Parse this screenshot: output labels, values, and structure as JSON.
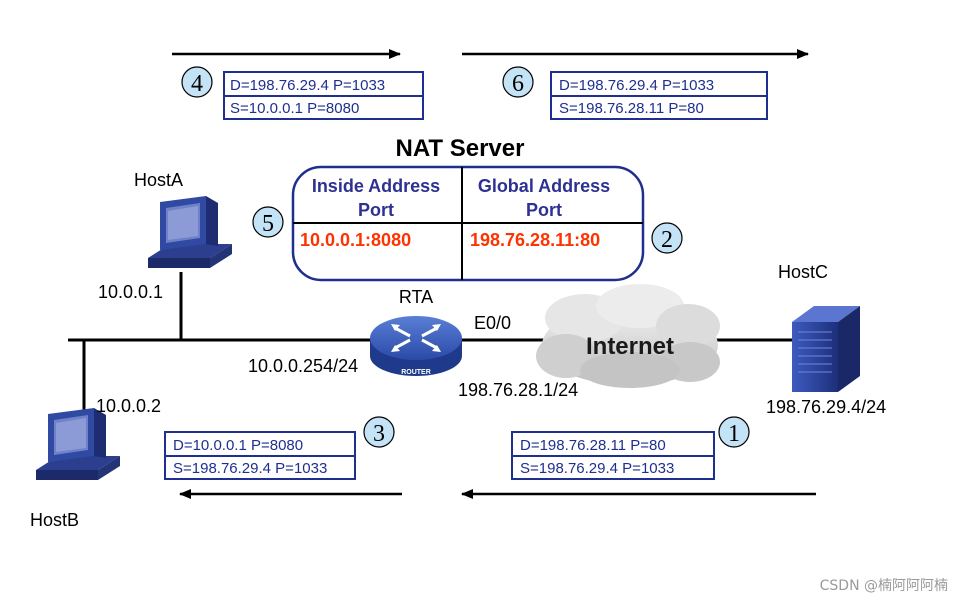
{
  "title": "NAT Server",
  "nat_table": {
    "col1_line1": "Inside Address",
    "col1_line2": "Port",
    "col2_line1": "Global Address",
    "col2_line2": "Port",
    "inside_value": "10.0.0.1:8080",
    "global_value": "198.76.28.11:80"
  },
  "hosts": {
    "hostA": {
      "name": "HostA",
      "ip": "10.0.0.1"
    },
    "hostB": {
      "name": "HostB",
      "ip": "10.0.0.2"
    },
    "hostC": {
      "name": "HostC",
      "ip": "198.76.29.4/24"
    }
  },
  "router": {
    "name": "RTA",
    "device_label": "ROUTER",
    "inside_ip": "10.0.0.254/24",
    "interface": "E0/0",
    "outside_ip": "198.76.28.1/24"
  },
  "cloud_label": "Internet",
  "steps": [
    "1",
    "2",
    "3",
    "4",
    "5",
    "6"
  ],
  "packets": {
    "p4": {
      "d": "D=198.76.29.4 P=1033",
      "s": "S=10.0.0.1 P=8080"
    },
    "p6": {
      "d": "D=198.76.29.4 P=1033",
      "s": "S=198.76.28.11 P=80"
    },
    "p3": {
      "d": "D=10.0.0.1 P=8080",
      "s": "S=198.76.29.4 P=1033"
    },
    "p1": {
      "d": "D=198.76.28.11 P=80",
      "s": "S=198.76.29.4 P=1033"
    }
  },
  "colors": {
    "packet_border": "#1f2f8f",
    "nat_border": "#1f2f8f",
    "nat_heading": "#2e3192",
    "nat_value": "#ff3300",
    "step_fill": "#c5e3f6"
  },
  "watermark": "CSDN @楠阿阿阿楠"
}
